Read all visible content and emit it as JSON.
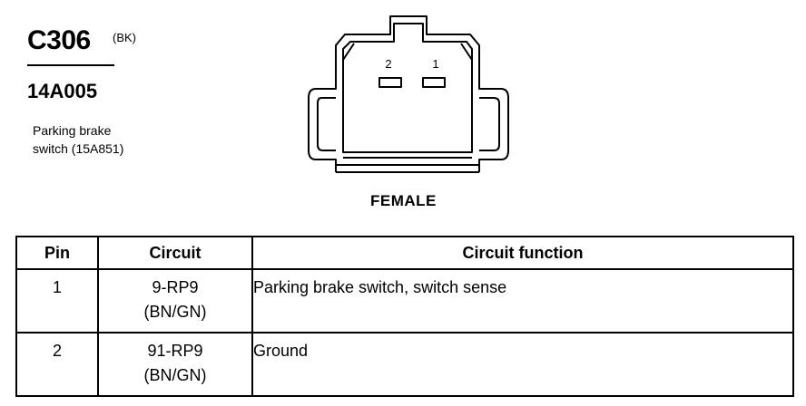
{
  "connector": {
    "id": "C306",
    "color": "(BK)",
    "part_number": "14A005",
    "description_lines": [
      "Parking brake",
      "switch (15A851)"
    ]
  },
  "diagram": {
    "pin_labels": [
      "2",
      "1"
    ],
    "gender": "FEMALE"
  },
  "table": {
    "headers": [
      "Pin",
      "Circuit",
      "Circuit function"
    ],
    "rows": [
      {
        "pin": "1",
        "circuit": [
          "9-RP9",
          "(BN/GN)"
        ],
        "function": "Parking brake switch, switch sense"
      },
      {
        "pin": "2",
        "circuit": [
          "91-RP9",
          "(BN/GN)"
        ],
        "function": "Ground"
      }
    ]
  }
}
